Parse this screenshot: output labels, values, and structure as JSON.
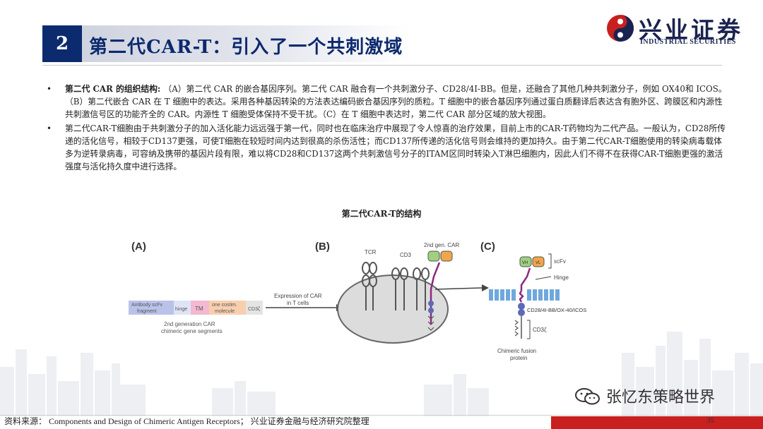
{
  "header": {
    "section_number": "2",
    "title": "第二代CAR-T：引入了一个共刺激域",
    "logo_cn": "兴业证券",
    "logo_en": "INDUSTRIAL SECURITIES"
  },
  "bullets": [
    {
      "dot": "•",
      "bold": "第二代 CAR 的组织结构: ",
      "text": "（A）第二代 CAR 的嵌合基因序列。第二代 CAR 融合有一个共刺激分子、CD28/4I-BB。但是，还融合了其他几种共刺激分子，例如 OX40和 ICOS。（B）第二代嵌合 CAR 在 T 细胞中的表达。采用各种基因转染的方法表达编码嵌合基因序列的质粒。T 细胞中的嵌合基因序列通过蛋白质翻译后表达含有胞外区、跨膜区和内源性共刺激信号区的功能齐全的 CAR。内源性 T 细胞受体保持不受干扰。（C）在 T 细胞中表达时，第二代 CAR 部分区域的放大视图。"
    },
    {
      "dot": "•",
      "bold": "",
      "text": "第二代CAR-T细胞由于共刺激分子的加入活化能力远远强于第一代，同时也在临床治疗中展现了令人惊喜的治疗效果，目前上市的CAR-T药物均为二代产品。一般认为，CD28所传递的活化信号，相较于CD137更强，可使T细胞在较短时间内达到很高的杀伤活性；而CD137所传递的活化信号则会维持的更加持久。由于第二代CAR-T细胞使用的转染病毒载体多为逆转录病毒，可容纳及携带的基因片段有限，难以将CD28和CD137这两个共刺激信号分子的ITAM区同时转染入T淋巴细胞内，因此人们不得不在获得CAR-T细胞更强的激活强度与活化持久度中进行选择。"
    }
  ],
  "figure": {
    "title": "第二代CAR-T的结构",
    "panel_a": "(A)",
    "panel_b": "(B)",
    "panel_c": "(C)",
    "seg_scfv_1": "Antibody scFv",
    "seg_scfv_2": "fragment",
    "seg_hinge": "hinge",
    "seg_tm": "TM",
    "seg_costim_1": "one costim.",
    "seg_costim_2": "molecule",
    "seg_cd3": "CD3ζ",
    "gen_label_1": "2nd generation CAR",
    "gen_label_2": "chimeric gene segments",
    "arrow_label_1": "Expression of CAR",
    "arrow_label_2": "in T cells",
    "tcr": "TCR",
    "cd3": "CD3",
    "car_gen_1": "2nd gen. CAR",
    "vh": "VH",
    "vl": "VL",
    "scfv": "scFv",
    "hinge": "Hinge",
    "costim_label": "CD28/4I-BB/OX-40/ICOS",
    "cd3z": "CD3ζ",
    "fusion_1": "Chimeric fusion",
    "fusion_2": "protein"
  },
  "footer": {
    "source": "资料来源： Components and Design of Chimeric Antigen Receptors； 兴业证券金融与经济研究院整理",
    "page": "35",
    "watermark": "张忆东策略世界"
  },
  "colors": {
    "navy": "#0c2a6e",
    "red": "#c8201f"
  }
}
